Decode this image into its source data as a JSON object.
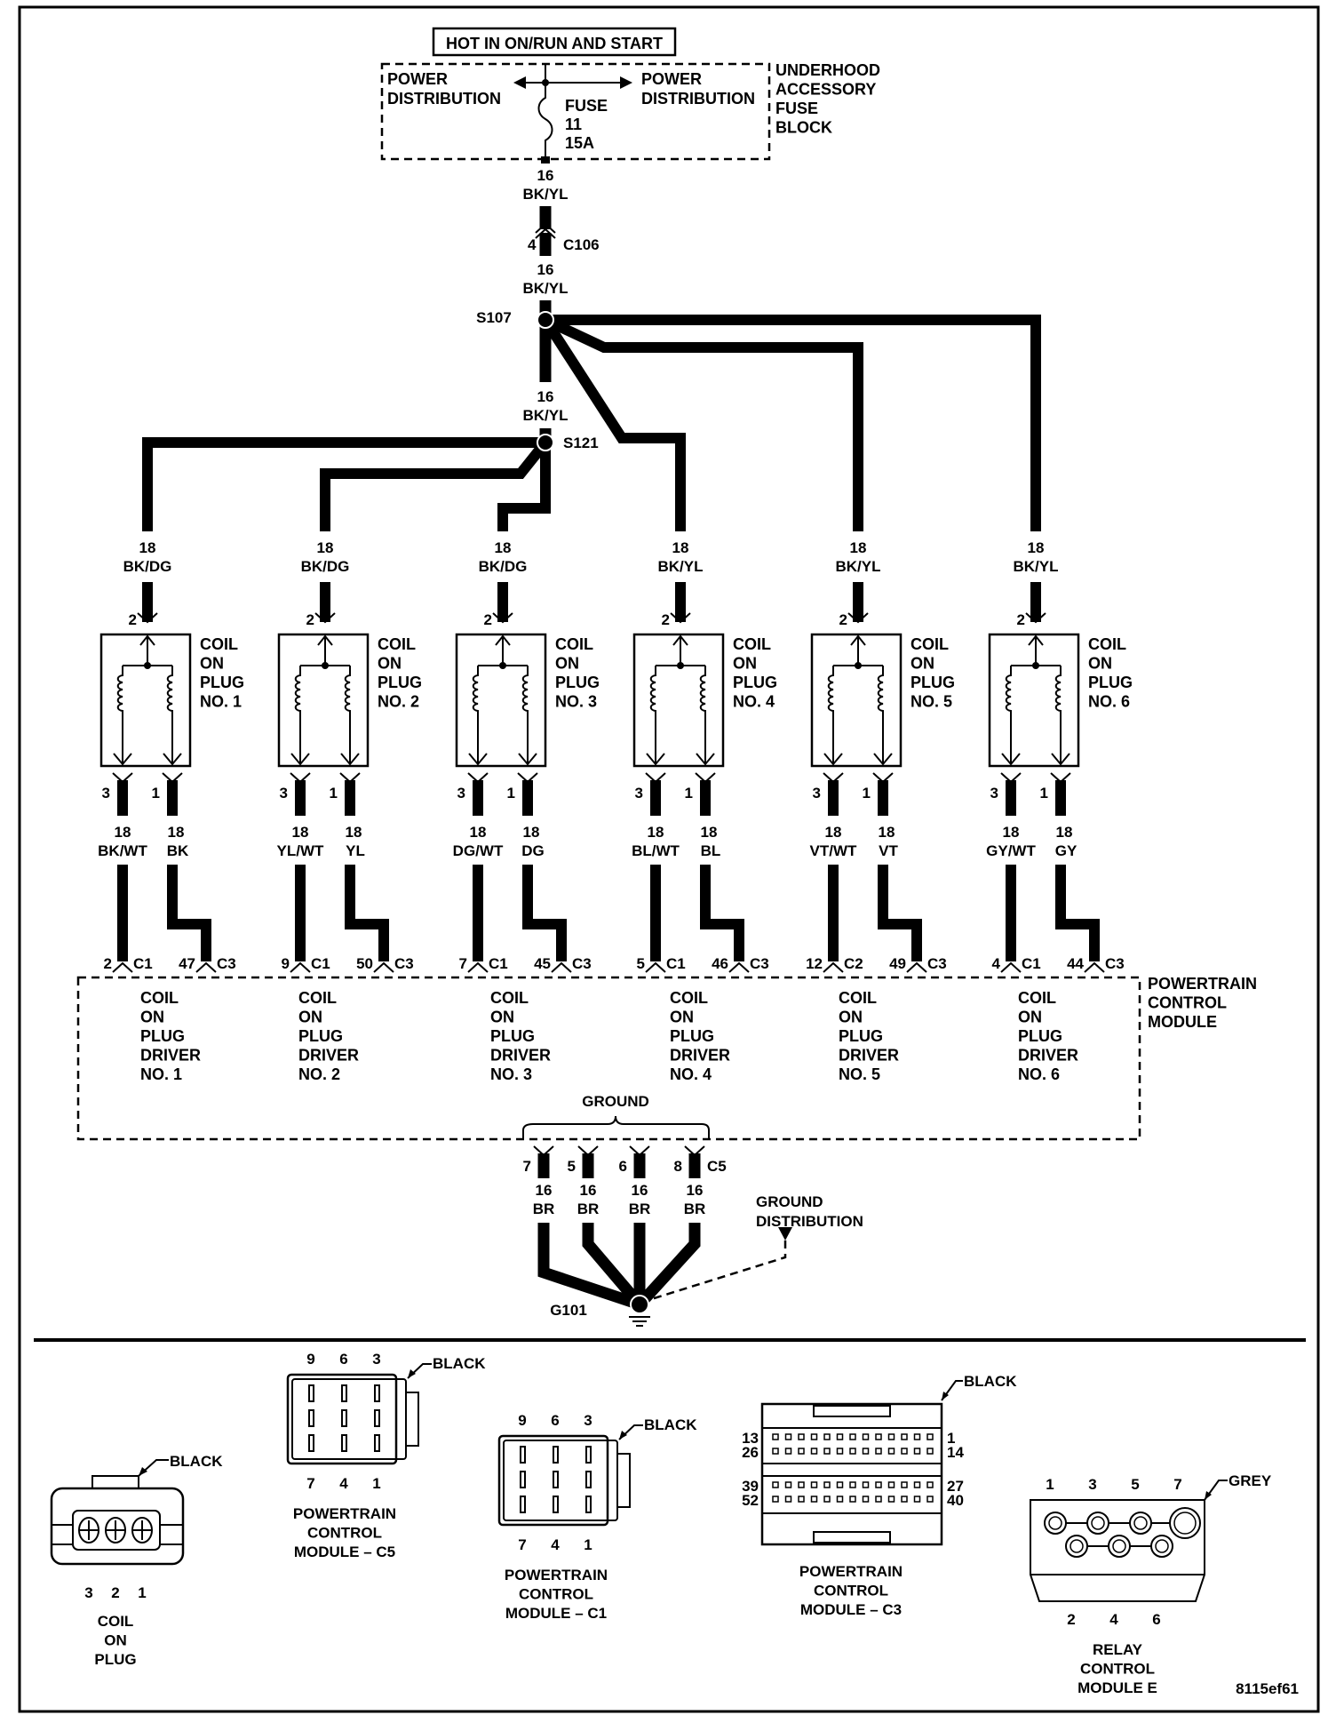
{
  "title_box": "HOT IN ON/RUN AND START",
  "fuse_block": {
    "label_lines": [
      "UNDERHOOD",
      "ACCESSORY",
      "FUSE",
      "BLOCK"
    ],
    "left_label": [
      "POWER",
      "DISTRIBUTION"
    ],
    "right_label": [
      "POWER",
      "DISTRIBUTION"
    ],
    "fuse_lines": [
      "FUSE",
      "11",
      "15A"
    ]
  },
  "feed": {
    "wire1": {
      "gauge": "16",
      "color": "BK/YL"
    },
    "connector": {
      "pin": "4",
      "name": "C106"
    },
    "wire2": {
      "gauge": "16",
      "color": "BK/YL"
    },
    "splice1": "S107",
    "wire3": {
      "gauge": "16",
      "color": "BK/YL"
    },
    "splice2": "S121"
  },
  "coils": [
    {
      "name_lines": [
        "COIL",
        "ON",
        "PLUG",
        "NO. 1"
      ],
      "feed_gauge": "18",
      "feed_color": "BK/DG",
      "feed_pin": "2",
      "pin_a": "3",
      "pin_b": "1",
      "wire_a": {
        "gauge": "18",
        "color": "BK/WT"
      },
      "wire_b": {
        "gauge": "18",
        "color": "BK"
      },
      "pcm_a": {
        "pin": "2",
        "conn": "C1"
      },
      "pcm_b": {
        "pin": "47",
        "conn": "C3"
      },
      "driver_lines": [
        "COIL",
        "ON",
        "PLUG",
        "DRIVER",
        "NO. 1"
      ]
    },
    {
      "name_lines": [
        "COIL",
        "ON",
        "PLUG",
        "NO. 2"
      ],
      "feed_gauge": "18",
      "feed_color": "BK/DG",
      "feed_pin": "2",
      "pin_a": "3",
      "pin_b": "1",
      "wire_a": {
        "gauge": "18",
        "color": "YL/WT"
      },
      "wire_b": {
        "gauge": "18",
        "color": "YL"
      },
      "pcm_a": {
        "pin": "9",
        "conn": "C1"
      },
      "pcm_b": {
        "pin": "50",
        "conn": "C3"
      },
      "driver_lines": [
        "COIL",
        "ON",
        "PLUG",
        "DRIVER",
        "NO. 2"
      ]
    },
    {
      "name_lines": [
        "COIL",
        "ON",
        "PLUG",
        "NO. 3"
      ],
      "feed_gauge": "18",
      "feed_color": "BK/DG",
      "feed_pin": "2",
      "pin_a": "3",
      "pin_b": "1",
      "wire_a": {
        "gauge": "18",
        "color": "DG/WT"
      },
      "wire_b": {
        "gauge": "18",
        "color": "DG"
      },
      "pcm_a": {
        "pin": "7",
        "conn": "C1"
      },
      "pcm_b": {
        "pin": "45",
        "conn": "C3"
      },
      "driver_lines": [
        "COIL",
        "ON",
        "PLUG",
        "DRIVER",
        "NO. 3"
      ]
    },
    {
      "name_lines": [
        "COIL",
        "ON",
        "PLUG",
        "NO. 4"
      ],
      "feed_gauge": "18",
      "feed_color": "BK/YL",
      "feed_pin": "2",
      "pin_a": "3",
      "pin_b": "1",
      "wire_a": {
        "gauge": "18",
        "color": "BL/WT"
      },
      "wire_b": {
        "gauge": "18",
        "color": "BL"
      },
      "pcm_a": {
        "pin": "5",
        "conn": "C1"
      },
      "pcm_b": {
        "pin": "46",
        "conn": "C3"
      },
      "driver_lines": [
        "COIL",
        "ON",
        "PLUG",
        "DRIVER",
        "NO. 4"
      ]
    },
    {
      "name_lines": [
        "COIL",
        "ON",
        "PLUG",
        "NO. 5"
      ],
      "feed_gauge": "18",
      "feed_color": "BK/YL",
      "feed_pin": "2",
      "pin_a": "3",
      "pin_b": "1",
      "wire_a": {
        "gauge": "18",
        "color": "VT/WT"
      },
      "wire_b": {
        "gauge": "18",
        "color": "VT"
      },
      "pcm_a": {
        "pin": "12",
        "conn": "C2"
      },
      "pcm_b": {
        "pin": "49",
        "conn": "C3"
      },
      "driver_lines": [
        "COIL",
        "ON",
        "PLUG",
        "DRIVER",
        "NO. 5"
      ]
    },
    {
      "name_lines": [
        "COIL",
        "ON",
        "PLUG",
        "NO. 6"
      ],
      "feed_gauge": "18",
      "feed_color": "BK/YL",
      "feed_pin": "2",
      "pin_a": "3",
      "pin_b": "1",
      "wire_a": {
        "gauge": "18",
        "color": "GY/WT"
      },
      "wire_b": {
        "gauge": "18",
        "color": "GY"
      },
      "pcm_a": {
        "pin": "4",
        "conn": "C1"
      },
      "pcm_b": {
        "pin": "44",
        "conn": "C3"
      },
      "driver_lines": [
        "COIL",
        "ON",
        "PLUG",
        "DRIVER",
        "NO. 6"
      ]
    }
  ],
  "pcm": {
    "label_lines": [
      "POWERTRAIN",
      "CONTROL",
      "MODULE"
    ],
    "ground_label": "GROUND",
    "ground_conn": "C5",
    "ground_pins": [
      {
        "pin": "7",
        "gauge": "16",
        "color": "BR"
      },
      {
        "pin": "5",
        "gauge": "16",
        "color": "BR"
      },
      {
        "pin": "6",
        "gauge": "16",
        "color": "BR"
      },
      {
        "pin": "8",
        "gauge": "16",
        "color": "BR"
      }
    ]
  },
  "ground": {
    "name": "G101",
    "dist_label": [
      "GROUND",
      "DISTRIBUTION"
    ]
  },
  "connector_views": {
    "coil_on_plug": {
      "color_label": "BLACK",
      "pins": [
        "3",
        "2",
        "1"
      ],
      "title_lines": [
        "COIL",
        "ON",
        "PLUG"
      ]
    },
    "pcm_c5": {
      "color_label": "BLACK",
      "top_pins": [
        "9",
        "6",
        "3"
      ],
      "bottom_pins": [
        "7",
        "4",
        "1"
      ],
      "title_lines": [
        "POWERTRAIN",
        "CONTROL",
        "MODULE – C5"
      ]
    },
    "pcm_c1": {
      "color_label": "BLACK",
      "top_pins": [
        "9",
        "6",
        "3"
      ],
      "bottom_pins": [
        "7",
        "4",
        "1"
      ],
      "title_lines": [
        "POWERTRAIN",
        "CONTROL",
        "MODULE – C1"
      ]
    },
    "pcm_c3": {
      "color_label": "BLACK",
      "left_pins": [
        "13",
        "26",
        "39",
        "52"
      ],
      "right_pins": [
        "1",
        "14",
        "27",
        "40"
      ],
      "title_lines": [
        "POWERTRAIN",
        "CONTROL",
        "MODULE – C3"
      ]
    },
    "rcm_e": {
      "color_label": "GREY",
      "top_pins": [
        "1",
        "3",
        "5",
        "7"
      ],
      "bottom_pins": [
        "2",
        "4",
        "6"
      ],
      "title_lines": [
        "RELAY",
        "CONTROL",
        "MODULE E"
      ]
    }
  },
  "figure_id": "8115ef61"
}
